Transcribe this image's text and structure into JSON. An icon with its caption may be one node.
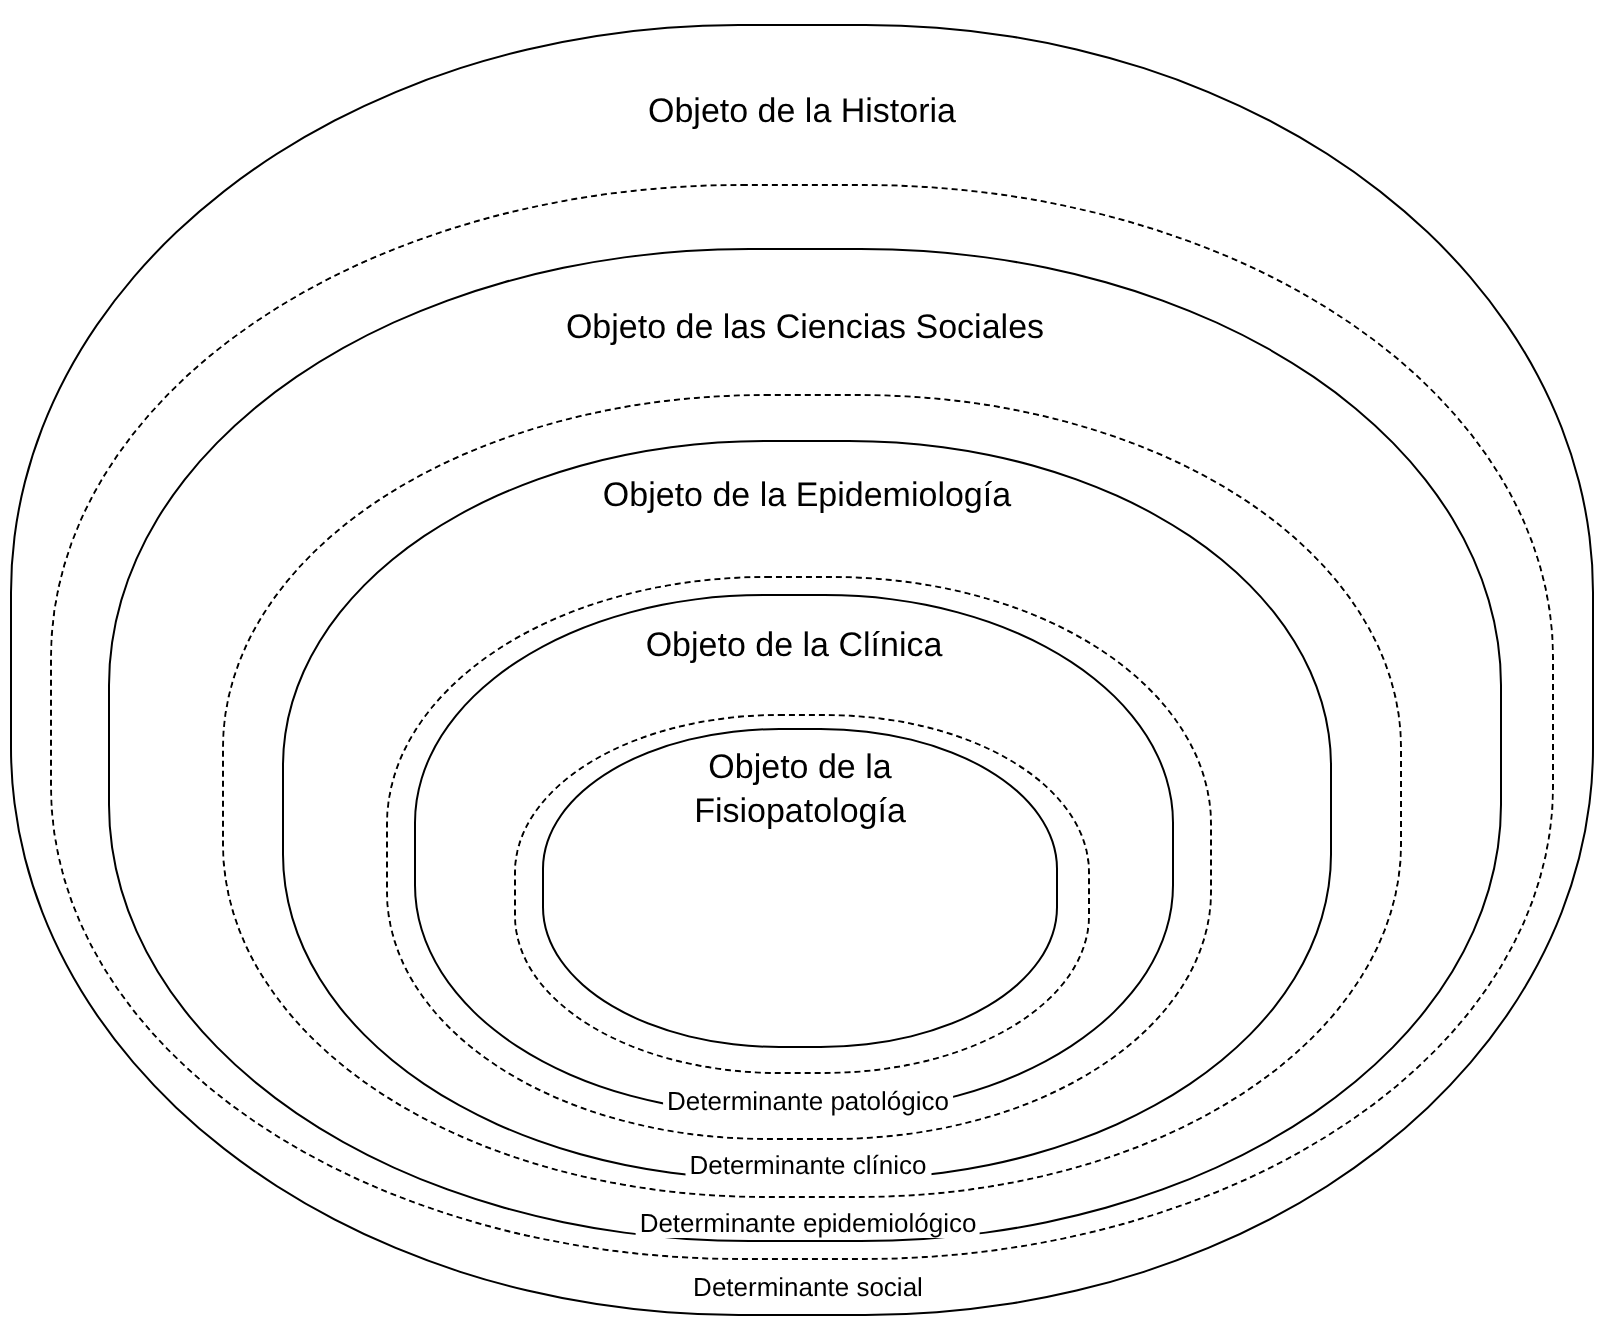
{
  "diagram": {
    "nodes": [
      {
        "text": [
          "Objeto de la Historia"
        ]
      },
      {
        "text": [],
        "shape": "ellipse",
        "in": 0
      },
      {
        "text": [
          "Objeto de las Ciencias Sociales"
        ],
        "in": 1
      },
      {
        "text": [],
        "shape": "ellipse",
        "in": 2
      },
      {
        "text": [
          "Objeto de la Epidemiología"
        ],
        "in": 3
      },
      {
        "text": [],
        "shape": "ellipse",
        "in": 4
      },
      {
        "text": [
          "Objeto de la Clínica"
        ],
        "in": 5
      },
      {
        "text": [],
        "shape": "ellipse",
        "in": 6
      },
      {
        "text": [
          "Objeto de la Fisiopatología"
        ],
        "in": 7
      }
    ],
    "labels": [
      "Determinante patológico",
      "Determinante clínico",
      "Determinante epidemiológico",
      "Determinante social"
    ]
  }
}
